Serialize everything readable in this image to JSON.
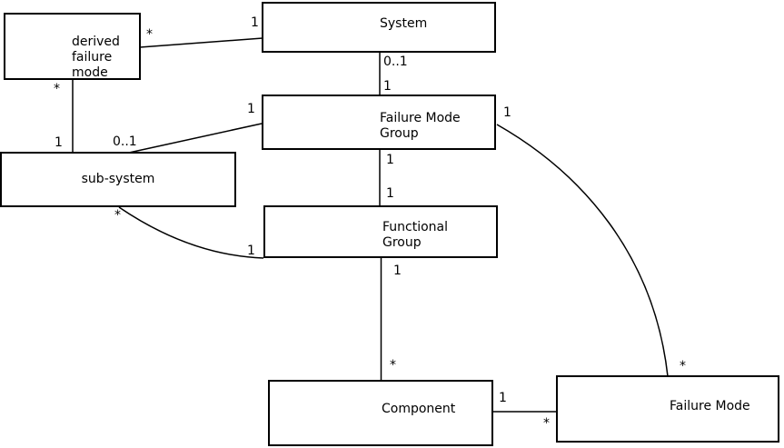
{
  "diagram_type": "uml-association-diagram",
  "colors": {
    "background": "#ffffff",
    "line": "#000000",
    "text": "#000000"
  },
  "entities": {
    "derived_failure_mode": {
      "label": "derived\nfailure\nmode"
    },
    "system": {
      "label": "System"
    },
    "failure_mode_group": {
      "label": "Failure Mode\nGroup"
    },
    "sub_system": {
      "label": "sub-system"
    },
    "functional_group": {
      "label": "Functional\nGroup"
    },
    "component": {
      "label": "Component"
    },
    "failure_mode": {
      "label": "Failure Mode"
    }
  },
  "relations": [
    {
      "source": "System",
      "target": "derived failure mode",
      "source_mult": "1",
      "target_mult": "*"
    },
    {
      "source": "System",
      "target": "Failure Mode Group",
      "source_mult": "0..1",
      "target_mult": "1"
    },
    {
      "source": "Failure Mode Group",
      "target": "sub-system",
      "source_mult": "1",
      "target_mult": "0..1"
    },
    {
      "source": "derived failure mode",
      "target": "sub-system",
      "source_mult": "*",
      "target_mult": "1"
    },
    {
      "source": "Failure Mode Group",
      "target": "Functional Group",
      "source_mult": "1",
      "target_mult": "1"
    },
    {
      "source": "sub-system",
      "target": "Functional Group",
      "source_mult": "*",
      "target_mult": "1"
    },
    {
      "source": "Functional Group",
      "target": "Component",
      "source_mult": "1",
      "target_mult": "*"
    },
    {
      "source": "Component",
      "target": "Failure Mode",
      "source_mult": "1",
      "target_mult": "*"
    },
    {
      "source": "Failure Mode Group",
      "target": "Failure Mode",
      "source_mult": "1",
      "target_mult": "*"
    }
  ]
}
